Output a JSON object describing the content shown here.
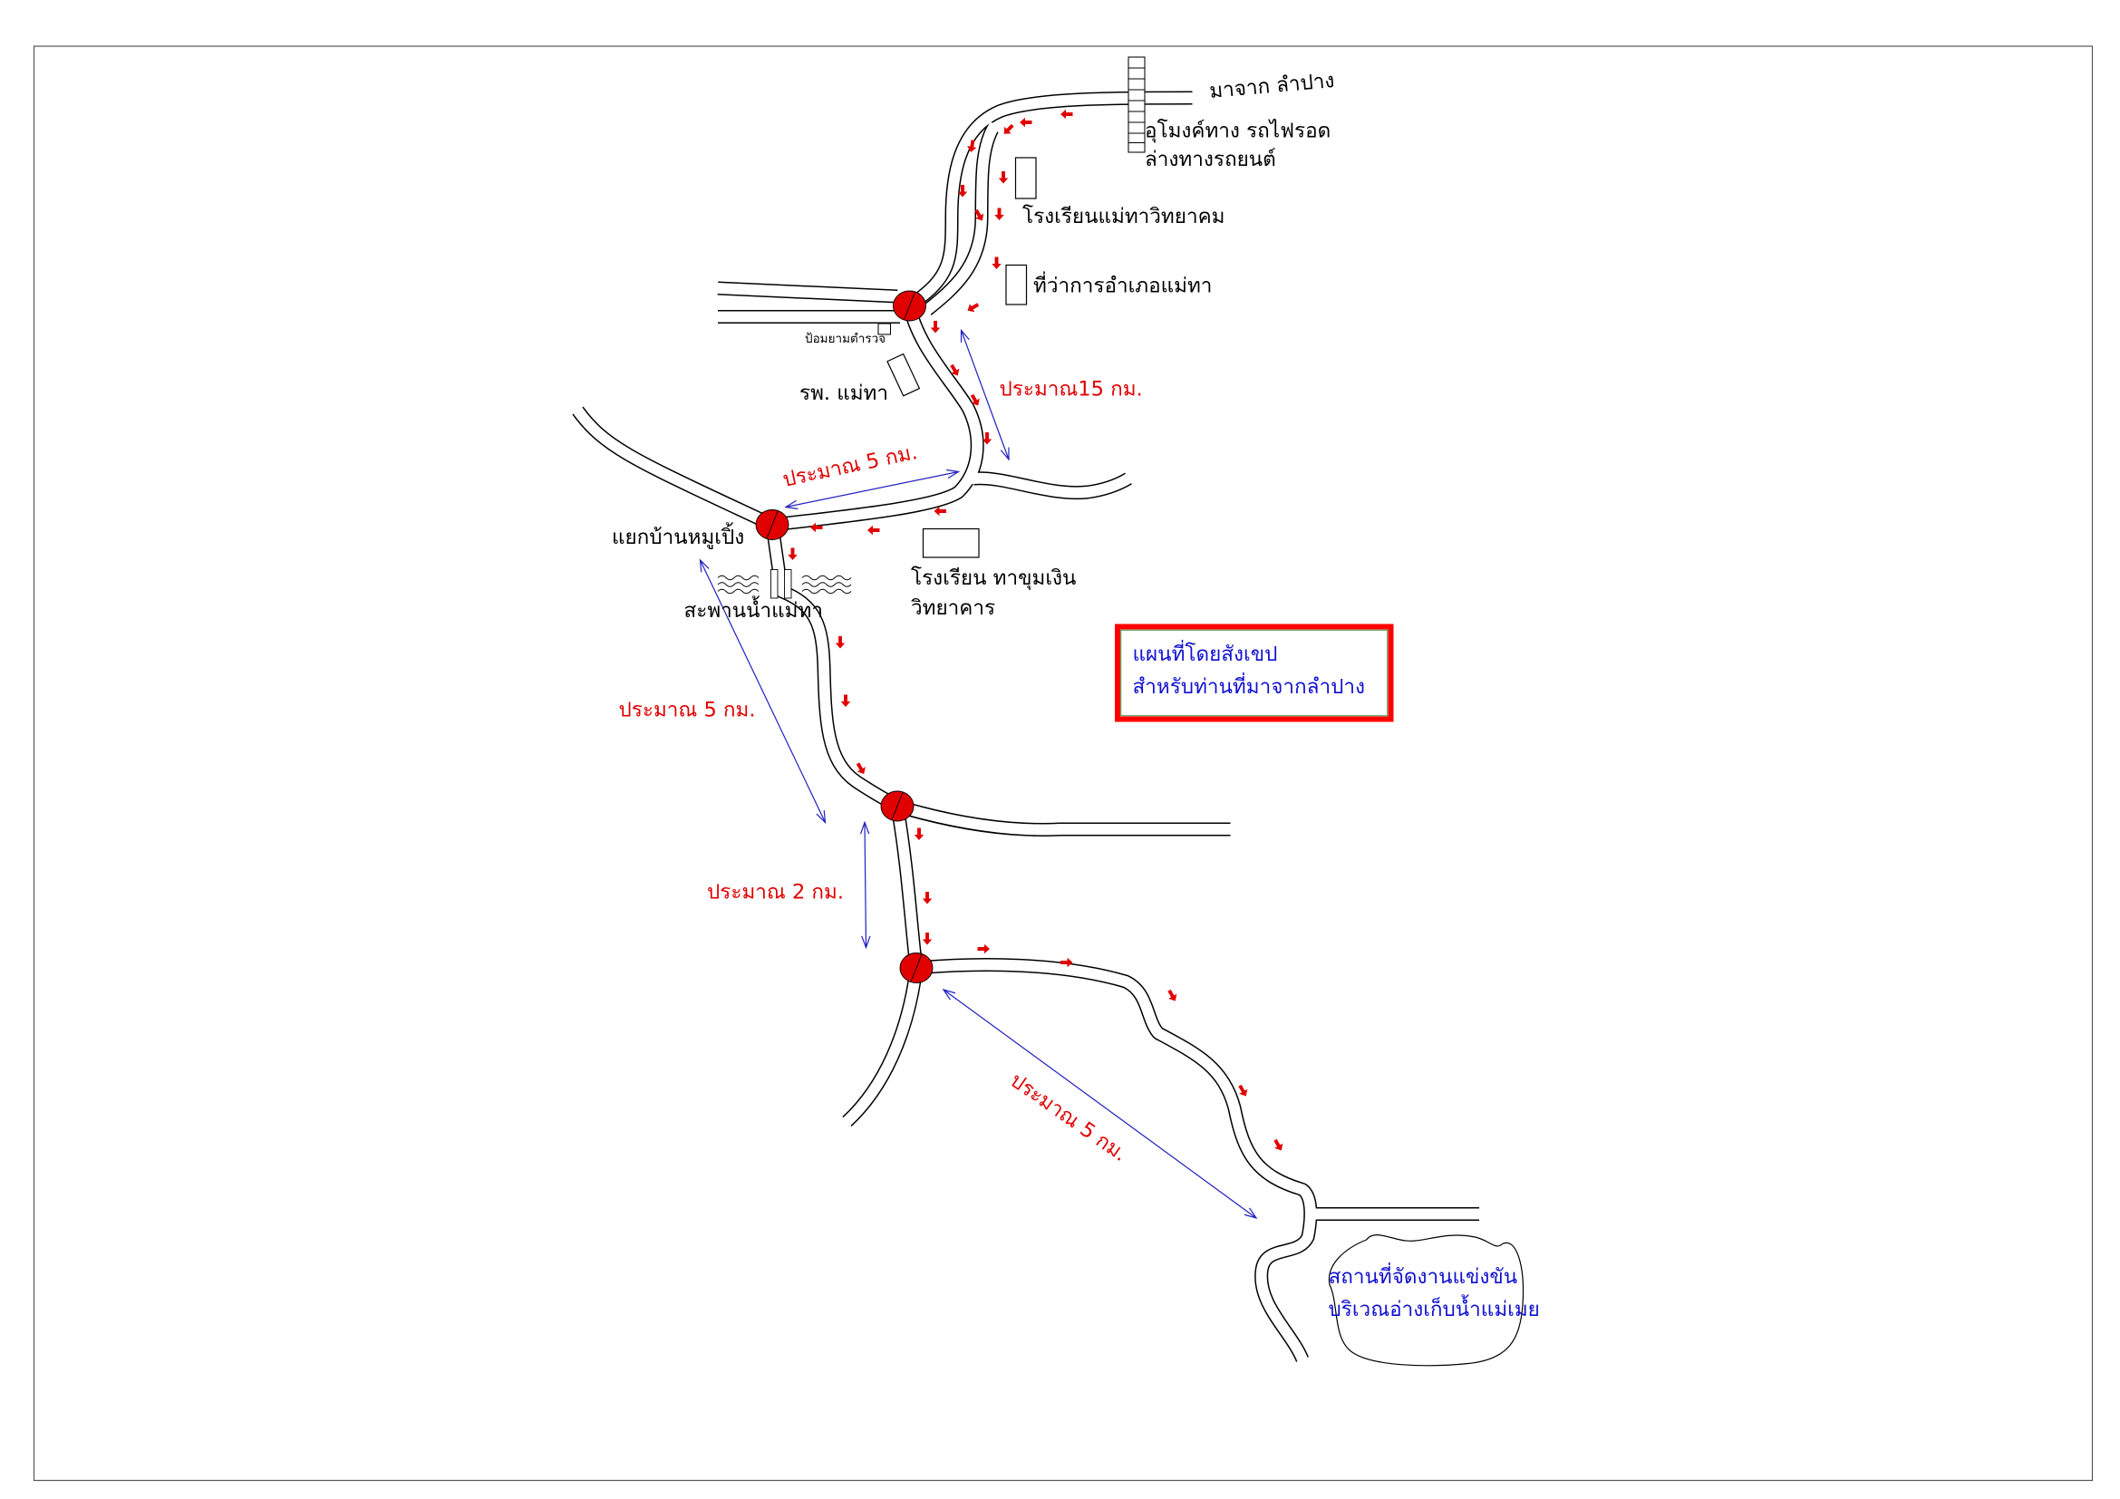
{
  "labels": {
    "from_lampang": "มาจาก ลำปาง",
    "tunnel_line1": "อุโมงค์ทาง รถไฟรอด",
    "tunnel_line2": "ล่างทางรถยนต์",
    "school_maetha": "โรงเรียนแม่ทาวิทยาคม",
    "district_office": "ที่ว่าการอำเภอแม่ทา",
    "police_box": "ป้อมยามตำรวจ",
    "hospital": "รพ. แม่ทา",
    "junction_mupeung": "แยกบ้านหมูเปิ้ง",
    "bridge": "สะพานน้ำแม่ทา",
    "school_thakhum_line1": "โรงเรียน ทาขุมเงิน",
    "school_thakhum_line2": "วิทยาคาร"
  },
  "distances": {
    "d15": "ประมาณ15 กม.",
    "d5_a": "ประมาณ 5 กม.",
    "d5_b": "ประมาณ 5 กม.",
    "d2": "ประมาณ 2 กม.",
    "d5_c": "ประมาณ 5 กม."
  },
  "legend": {
    "line1": "แผนที่โดยสังเขป",
    "line2": "สำหรับท่านที่มาจากลำปาง"
  },
  "destination": {
    "line1": "สถานที่จัดงานแข่งขัน",
    "line2": "บริเวณอ่างเก็บน้ำแม่เมย"
  },
  "colors": {
    "route_arrow": "#e00000",
    "junction": "#e00000",
    "distance_line": "#2020c0",
    "legend_border": "#ff0000"
  }
}
